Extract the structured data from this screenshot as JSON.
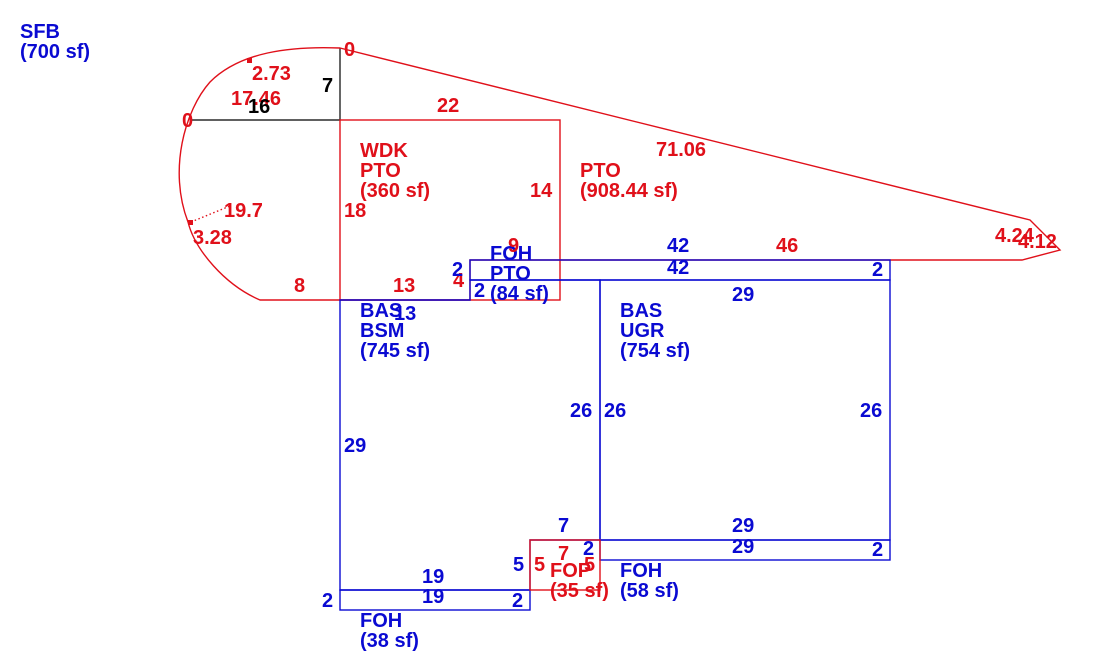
{
  "areas": {
    "sfb": {
      "code": "SFB",
      "area": "(700 sf)"
    },
    "wdk_pto": {
      "code1": "WDK",
      "code2": "PTO",
      "area": "(360 sf)"
    },
    "pto": {
      "code": "PTO",
      "area": "(908.44 sf)"
    },
    "foh_pto": {
      "code1": "FOH",
      "code2": "PTO",
      "area": "(84 sf)"
    },
    "bas_bsm": {
      "code1": "BAS",
      "code2": "BSM",
      "area": "(745 sf)"
    },
    "bas_ugr": {
      "code1": "BAS",
      "code2": "UGR",
      "area": "(754 sf)"
    },
    "fop": {
      "code": "FOP",
      "area": "(35 sf)"
    },
    "foh_58": {
      "code": "FOH",
      "area": "(58 sf)"
    },
    "foh_38": {
      "code": "FOH",
      "area": "(38 sf)"
    }
  },
  "dimensions": {
    "arc_top": "0",
    "arc_left": "0",
    "arc_chord_a": "2.73",
    "arc_chord_b": "17.46",
    "arc_chord_c": "19.7",
    "arc_chord_d": "3.28",
    "ref_vertical": "7",
    "ref_horizontal": "16",
    "wdk_top": "22",
    "wdk_left": "18",
    "wdk_right": "14",
    "wdk_bottom": "9",
    "pto_bottom_left": "8",
    "pto_bottom_mid": "13",
    "pto_step": "4",
    "pto_diagonal": "71.06",
    "pto_bottom_right": "46",
    "pto_tip_a": "4.24",
    "pto_tip_b": "4.12",
    "foh_pto_top": "42",
    "foh_pto_bottom": "42",
    "foh_pto_left": "2",
    "foh_pto_right": "2",
    "bsm_step_left": "2",
    "bsm_top": "13",
    "bsm_left": "29",
    "bsm_right": "26",
    "ugr_top": "29",
    "ugr_left": "26",
    "ugr_right": "26",
    "ugr_bottom": "29",
    "ugr_notch": "7",
    "foh58_top": "29",
    "foh58_left": "2",
    "foh58_right": "2",
    "foh38_top": "19",
    "foh38_bottom": "19",
    "foh38_left": "2",
    "foh38_right": "2",
    "fop_left_blue": "5",
    "fop_left": "5",
    "fop_top": "7",
    "fop_right": "5"
  }
}
